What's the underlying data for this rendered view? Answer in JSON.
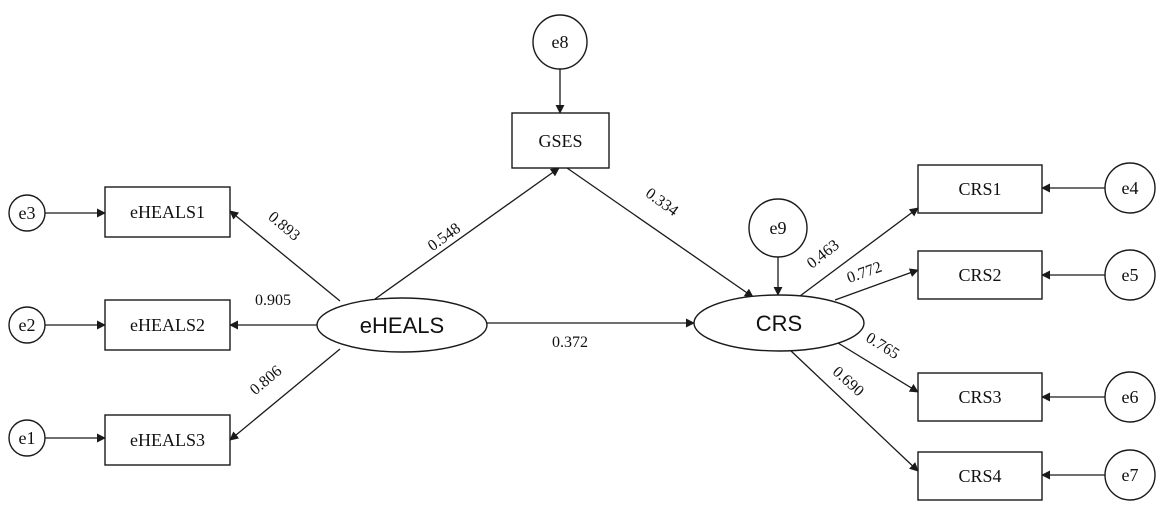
{
  "latent": {
    "eheals": "eHEALS",
    "crs": "CRS"
  },
  "observed": {
    "eheals1": "eHEALS1",
    "eheals2": "eHEALS2",
    "eheals3": "eHEALS3",
    "gses": "GSES",
    "crs1": "CRS1",
    "crs2": "CRS2",
    "crs3": "CRS3",
    "crs4": "CRS4"
  },
  "errors": {
    "e1": "e1",
    "e2": "e2",
    "e3": "e3",
    "e4": "e4",
    "e5": "e5",
    "e6": "e6",
    "e7": "e7",
    "e8": "e8",
    "e9": "e9"
  },
  "coefficients": {
    "eheals_eheals1": "0.893",
    "eheals_eheals2": "0.905",
    "eheals_eheals3": "0.806",
    "eheals_gses": "0.548",
    "gses_crs": "0.334",
    "eheals_crs": "0.372",
    "crs_crs1": "0.463",
    "crs_crs2": "0.772",
    "crs_crs3": "0.765",
    "crs_crs4": "0.690"
  }
}
